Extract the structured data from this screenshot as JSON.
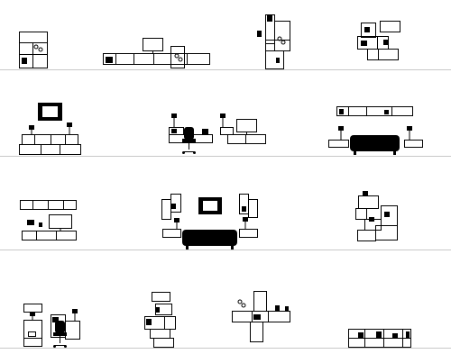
{
  "colors": {
    "background": "#ffffff",
    "ink": "#000000",
    "floor": "#c8c8c8"
  },
  "scenes": [
    {
      "row": 1,
      "col": 1,
      "name": "small-bookcase"
    },
    {
      "row": 1,
      "col": 2,
      "name": "tv-wall-low-units"
    },
    {
      "row": 1,
      "col": 3,
      "name": "tall-stacked-units"
    },
    {
      "row": 1,
      "col": 4,
      "name": "staggered-cube-cluster"
    },
    {
      "row": 2,
      "col": 1,
      "name": "framed-picture-low-units"
    },
    {
      "row": 2,
      "col": 2,
      "name": "desk-chair-monitor"
    },
    {
      "row": 2,
      "col": 3,
      "name": "sofa-wall-shelves"
    },
    {
      "row": 3,
      "col": 1,
      "name": "tv-shelf-wall"
    },
    {
      "row": 3,
      "col": 2,
      "name": "sofa-picture-side-towers"
    },
    {
      "row": 3,
      "col": 3,
      "name": "offset-cube-cluster"
    },
    {
      "row": 4,
      "col": 1,
      "name": "office-chair-shelves"
    },
    {
      "row": 4,
      "col": 2,
      "name": "stacked-wide-boxes"
    },
    {
      "row": 4,
      "col": 3,
      "name": "cross-arrangement"
    },
    {
      "row": 4,
      "col": 4,
      "name": "low-bench-units"
    }
  ]
}
